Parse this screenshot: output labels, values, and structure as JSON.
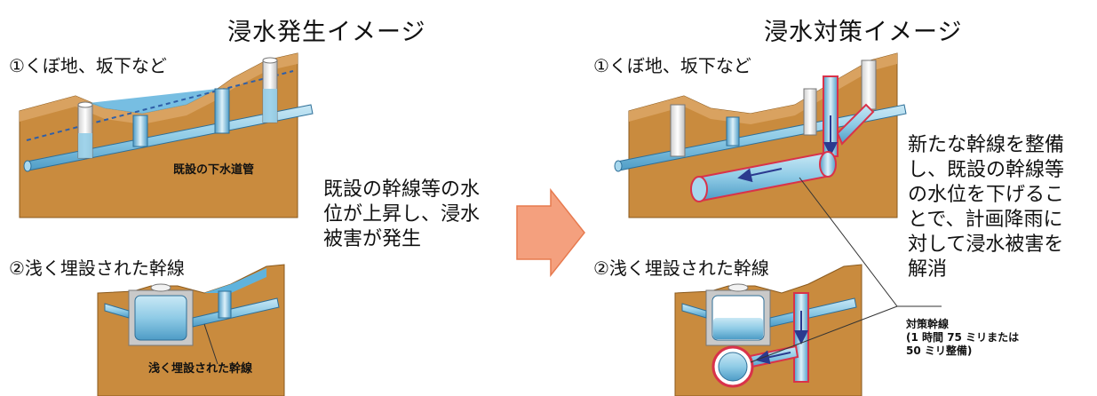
{
  "left": {
    "title": "浸水発生イメージ",
    "case1_label": "①くぼ地、坂下など",
    "case1_pipe_label": "既設の下水道管",
    "case2_label": "②浅く埋設された幹線",
    "case2_pipe_label": "浅く埋設された幹線"
  },
  "middle": {
    "description_lines": [
      "既設の幹線等の水",
      "位が上昇し、浸水",
      "被害が発生"
    ]
  },
  "right": {
    "title": "浸水対策イメージ",
    "case1_label": "①くぼ地、坂下など",
    "case2_label": "②浅く埋設された幹線",
    "description_lines": [
      "新たな幹線を整備",
      "し、既設の幹線等",
      "の水位を下げるこ",
      "とで、計画降雨に",
      "対して浸水被害を",
      "解消"
    ],
    "trunk_note_lines": [
      "対策幹線",
      "(1 時間 75 ミリまたは",
      "50 ミリ整備)"
    ]
  },
  "colors": {
    "soil": "#C98B3E",
    "pipe": "#8FCBE6",
    "water": "#5FB3DD",
    "new_trunk_outline": "#D9324A",
    "arrow": "#F4A07E",
    "flow_arrow": "#2B3A8F"
  }
}
